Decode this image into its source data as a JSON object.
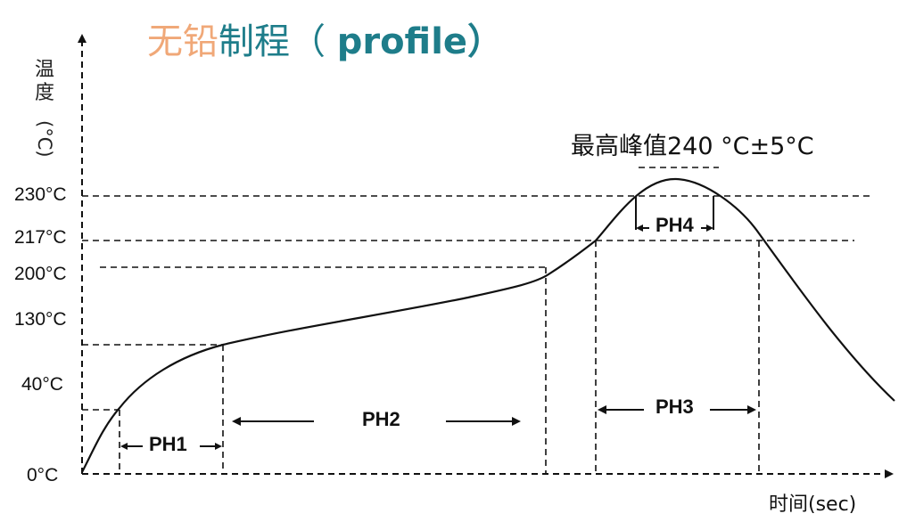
{
  "title": {
    "part1": "无铅",
    "part2": "制程（ ",
    "part3": "profile）"
  },
  "y_axis": {
    "label": "温度",
    "unit": "(°C)"
  },
  "x_axis": {
    "label": "时间(sec)"
  },
  "ticks": {
    "t230": "230°C",
    "t217": "217°C",
    "t200": "200°C",
    "t130": "130°C",
    "t40": "40°C",
    "t0": "0°C"
  },
  "peak_label": "最高峰值240 °C±5°C",
  "phases": {
    "ph1": "PH1",
    "ph2": "PH2",
    "ph3": "PH3",
    "ph4": "PH4"
  }
}
